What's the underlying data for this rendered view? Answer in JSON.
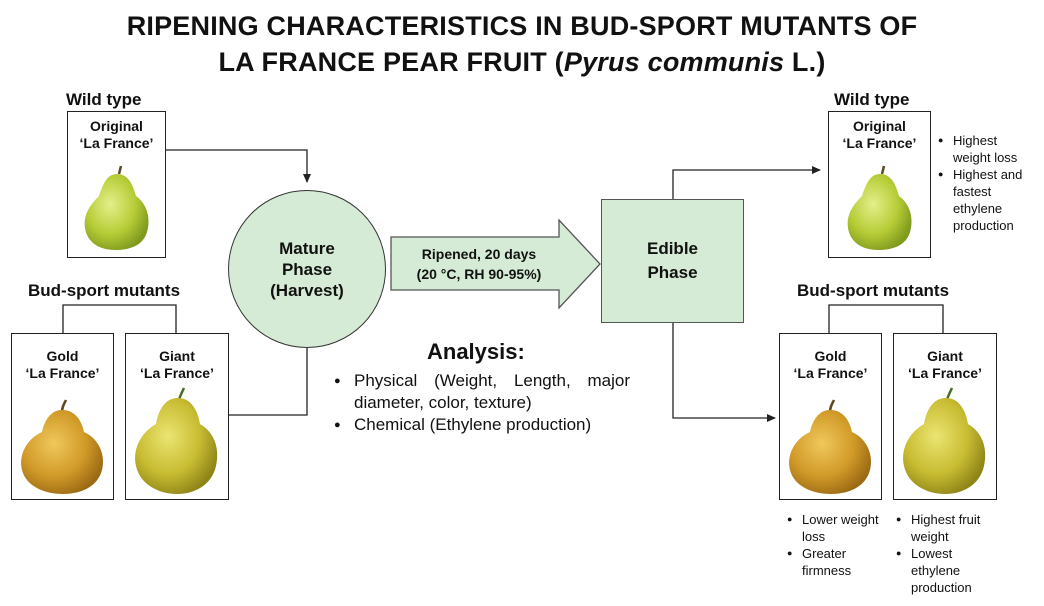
{
  "title": {
    "line1": "RIPENING CHARACTERISTICS IN BUD-SPORT MUTANTS OF",
    "line2_prefix": "LA FRANCE PEAR FRUIT (",
    "line2_italic": "Pyrus communis",
    "line2_suffix": " L.)"
  },
  "left": {
    "wild_type_header": "Wild type",
    "original_label_1": "Original",
    "original_label_2": "‘La France’",
    "bud_sport_header": "Bud-sport mutants",
    "gold_label_1": "Gold",
    "gold_label_2": "‘La France’",
    "giant_label_1": "Giant",
    "giant_label_2": "‘La France’"
  },
  "mature_phase": {
    "line1": "Mature",
    "line2": "Phase",
    "line3": "(Harvest)"
  },
  "ripening_arrow": {
    "line1": "Ripened, 20 days",
    "line2": "(20 °C, RH 90-95%)"
  },
  "edible_phase": {
    "line1": "Edible",
    "line2": "Phase"
  },
  "analysis": {
    "title": "Analysis:",
    "items": [
      "Physical (Weight, Length, major diameter, color, texture)",
      "Chemical (Ethylene production)"
    ]
  },
  "right": {
    "wild_type_header": "Wild type",
    "original_label_1": "Original",
    "original_label_2": "‘La France’",
    "original_notes": [
      "Highest weight loss",
      "Highest and fastest ethylene production"
    ],
    "bud_sport_header": "Bud-sport mutants",
    "gold_label_1": "Gold",
    "gold_label_2": "‘La France’",
    "gold_notes": [
      "Lower weight loss",
      "Greater firmness"
    ],
    "giant_label_1": "Giant",
    "giant_label_2": "‘La France’",
    "giant_notes": [
      "Highest fruit weight",
      "Lowest ethylene production"
    ]
  },
  "colors": {
    "phase_fill": "#d5ebd5",
    "wild_pear": "#b9cf3c",
    "gold_pear": "#d4a22c",
    "giant_pear": "#c9c23a"
  }
}
